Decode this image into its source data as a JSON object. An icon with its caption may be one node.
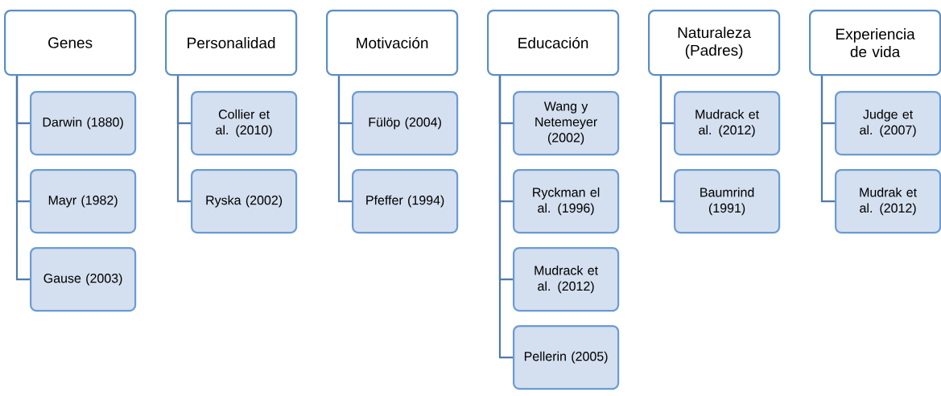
{
  "diagram": {
    "nodes": [
      {
        "text": [
          "Genes"
        ]
      },
      {
        "text": [
          "Darwin (1880)"
        ]
      },
      {
        "text": [
          "Mayr (1982)"
        ]
      },
      {
        "text": [
          "Gause (2003)"
        ]
      },
      {
        "text": [
          "Personalidad"
        ]
      },
      {
        "text": [
          "Collier et al. (2010)"
        ]
      },
      {
        "text": [
          "Ryska (2002)"
        ]
      },
      {
        "text": [
          "Motivación"
        ]
      },
      {
        "text": [
          "Fülöp (2004)"
        ]
      },
      {
        "text": [
          "Pfeffer (1994)"
        ]
      },
      {
        "text": [
          "Educación"
        ]
      },
      {
        "text": [
          "Wang y Netemeyer (2002)"
        ]
      },
      {
        "text": [
          "Ryckman el al. (1996)"
        ]
      },
      {
        "text": [
          "Mudrack et al. (2012)"
        ]
      },
      {
        "text": [
          "Pellerin (2005)"
        ]
      },
      {
        "text": [
          "Naturaleza (Padres)"
        ]
      },
      {
        "text": [
          "Mudrack et al. (2012)"
        ]
      },
      {
        "text": [
          "Baumrind (1991)"
        ]
      },
      {
        "text": [
          "Experiencia de vida"
        ]
      },
      {
        "text": [
          "Judge et al. (2007)"
        ]
      },
      {
        "text": [
          "Mudrak et al. (2012)"
        ]
      }
    ],
    "edges": [
      {
        "from": 0,
        "to": 1,
        "arrow": "none"
      },
      {
        "from": 0,
        "to": 2,
        "arrow": "none"
      },
      {
        "from": 0,
        "to": 3,
        "arrow": "none"
      },
      {
        "from": 4,
        "to": 5,
        "arrow": "none"
      },
      {
        "from": 4,
        "to": 6,
        "arrow": "none"
      },
      {
        "from": 7,
        "to": 8,
        "arrow": "none"
      },
      {
        "from": 7,
        "to": 9,
        "arrow": "none"
      },
      {
        "from": 10,
        "to": 11,
        "arrow": "none"
      },
      {
        "from": 10,
        "to": 12,
        "arrow": "none"
      },
      {
        "from": 10,
        "to": 13,
        "arrow": "none"
      },
      {
        "from": 10,
        "to": 14,
        "arrow": "none"
      },
      {
        "from": 15,
        "to": 16,
        "arrow": "none"
      },
      {
        "from": 15,
        "to": 17,
        "arrow": "none"
      },
      {
        "from": 18,
        "to": 19,
        "arrow": "none"
      },
      {
        "from": 18,
        "to": 20,
        "arrow": "none"
      }
    ]
  }
}
